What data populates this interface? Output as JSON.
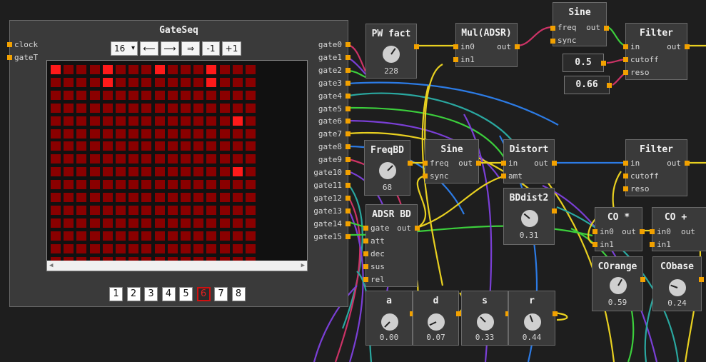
{
  "gateseq": {
    "title": "GateSeq",
    "inputs": [
      "clock",
      "gateT"
    ],
    "outputs": [
      "gate0",
      "gate1",
      "gate2",
      "gate3",
      "gate4",
      "gate5",
      "gate6",
      "gate7",
      "gate8",
      "gate9",
      "gate10",
      "gate11",
      "gate12",
      "gate13",
      "gate14",
      "gate15"
    ],
    "length_select": "16",
    "controls": [
      "⟵",
      "⟶",
      "⇒",
      "-1",
      "+1"
    ],
    "pages": [
      "1",
      "2",
      "3",
      "4",
      "5",
      "6",
      "7",
      "8"
    ],
    "active_page": "6",
    "grid_rows": 16,
    "grid_cols": 16,
    "active_cells": [
      [
        0,
        0
      ],
      [
        0,
        4
      ],
      [
        0,
        8
      ],
      [
        0,
        12
      ],
      [
        1,
        4
      ],
      [
        1,
        12
      ],
      [
        4,
        14
      ],
      [
        8,
        14
      ]
    ],
    "colors": {
      "cell_off": "#8a0000",
      "cell_on": "#ff1a1a",
      "accent": "#f2a100"
    }
  },
  "nodes": {
    "pwfact": {
      "title": "PW fact",
      "value": "228"
    },
    "muladsr": {
      "title": "Mul(ADSR)",
      "in0": "in0",
      "in1": "in1",
      "out": "out"
    },
    "sine1": {
      "title": "Sine",
      "freq": "freq",
      "sync": "sync",
      "out": "out"
    },
    "filter1": {
      "title": "Filter",
      "in": "in",
      "cutoff": "cutoff",
      "reso": "reso",
      "out": "out"
    },
    "const1": {
      "value": "0.5"
    },
    "const2": {
      "value": "0.66"
    },
    "freqbd": {
      "title": "FreqBD",
      "value": "68"
    },
    "sine2": {
      "title": "Sine",
      "freq": "freq",
      "sync": "sync",
      "out": "out"
    },
    "distort": {
      "title": "Distort",
      "in": "in",
      "amt": "amt",
      "out": "out"
    },
    "filter2": {
      "title": "Filter",
      "in": "in",
      "cutoff": "cutoff",
      "reso": "reso",
      "out": "out"
    },
    "adsrbd": {
      "title": "ADSR BD",
      "gate": "gate",
      "att": "att",
      "dec": "dec",
      "sus": "sus",
      "rel": "rel",
      "out": "out"
    },
    "bddist2": {
      "title": "BDdist2",
      "value": "0.31"
    },
    "comul": {
      "title": "CO *",
      "in0": "in0",
      "in1": "in1",
      "out": "out"
    },
    "coadd": {
      "title": "CO +",
      "in0": "in0",
      "in1": "in1",
      "out": "out"
    },
    "corange": {
      "title": "COrange",
      "value": "0.59"
    },
    "cobase": {
      "title": "CObase",
      "value": "0.24"
    },
    "knob_a": {
      "title": "a",
      "value": "0.00"
    },
    "knob_d": {
      "title": "d",
      "value": "0.07"
    },
    "knob_s": {
      "title": "s",
      "value": "0.33"
    },
    "knob_r": {
      "title": "r",
      "value": "0.44"
    }
  }
}
